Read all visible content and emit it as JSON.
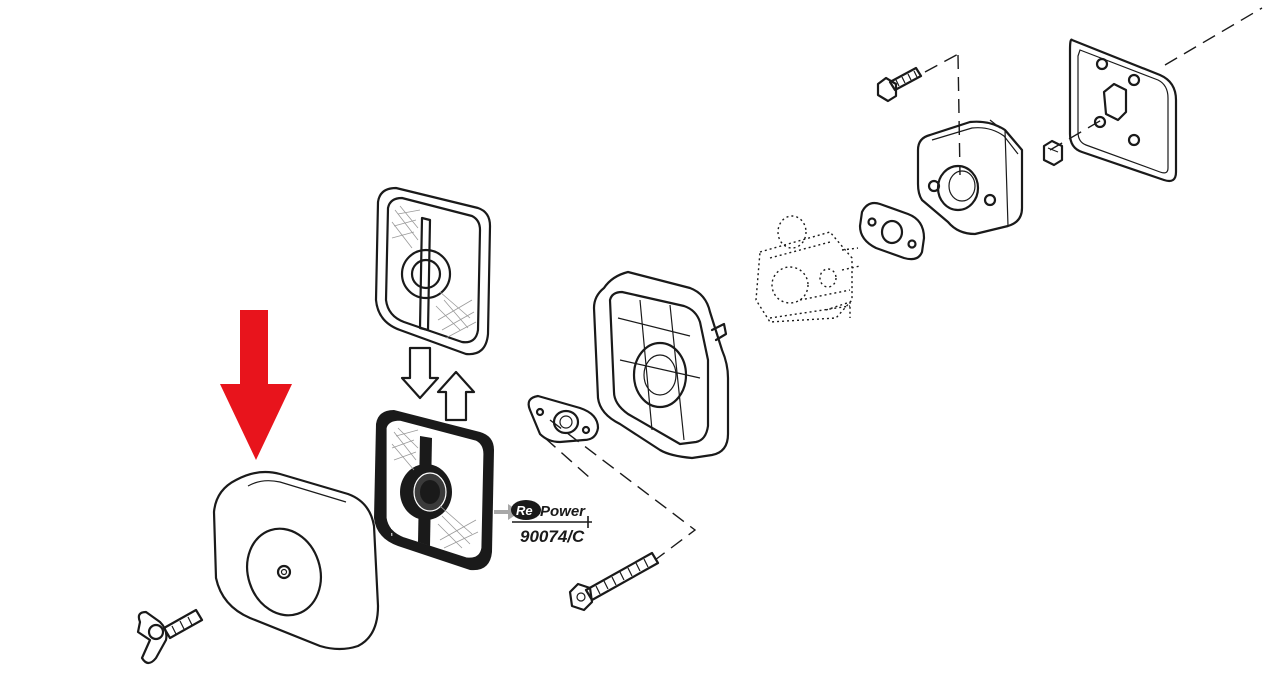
{
  "brand": {
    "prefix": "Re",
    "name": "Power"
  },
  "part_number": "90074/C",
  "colors": {
    "highlight_arrow": "#e8141c",
    "pointer_arrow": "#a8a8a8",
    "line_art": "#1a1a1a"
  },
  "icons": {
    "highlight": "arrow-down-icon",
    "swap": "swap-arrows-icon"
  }
}
